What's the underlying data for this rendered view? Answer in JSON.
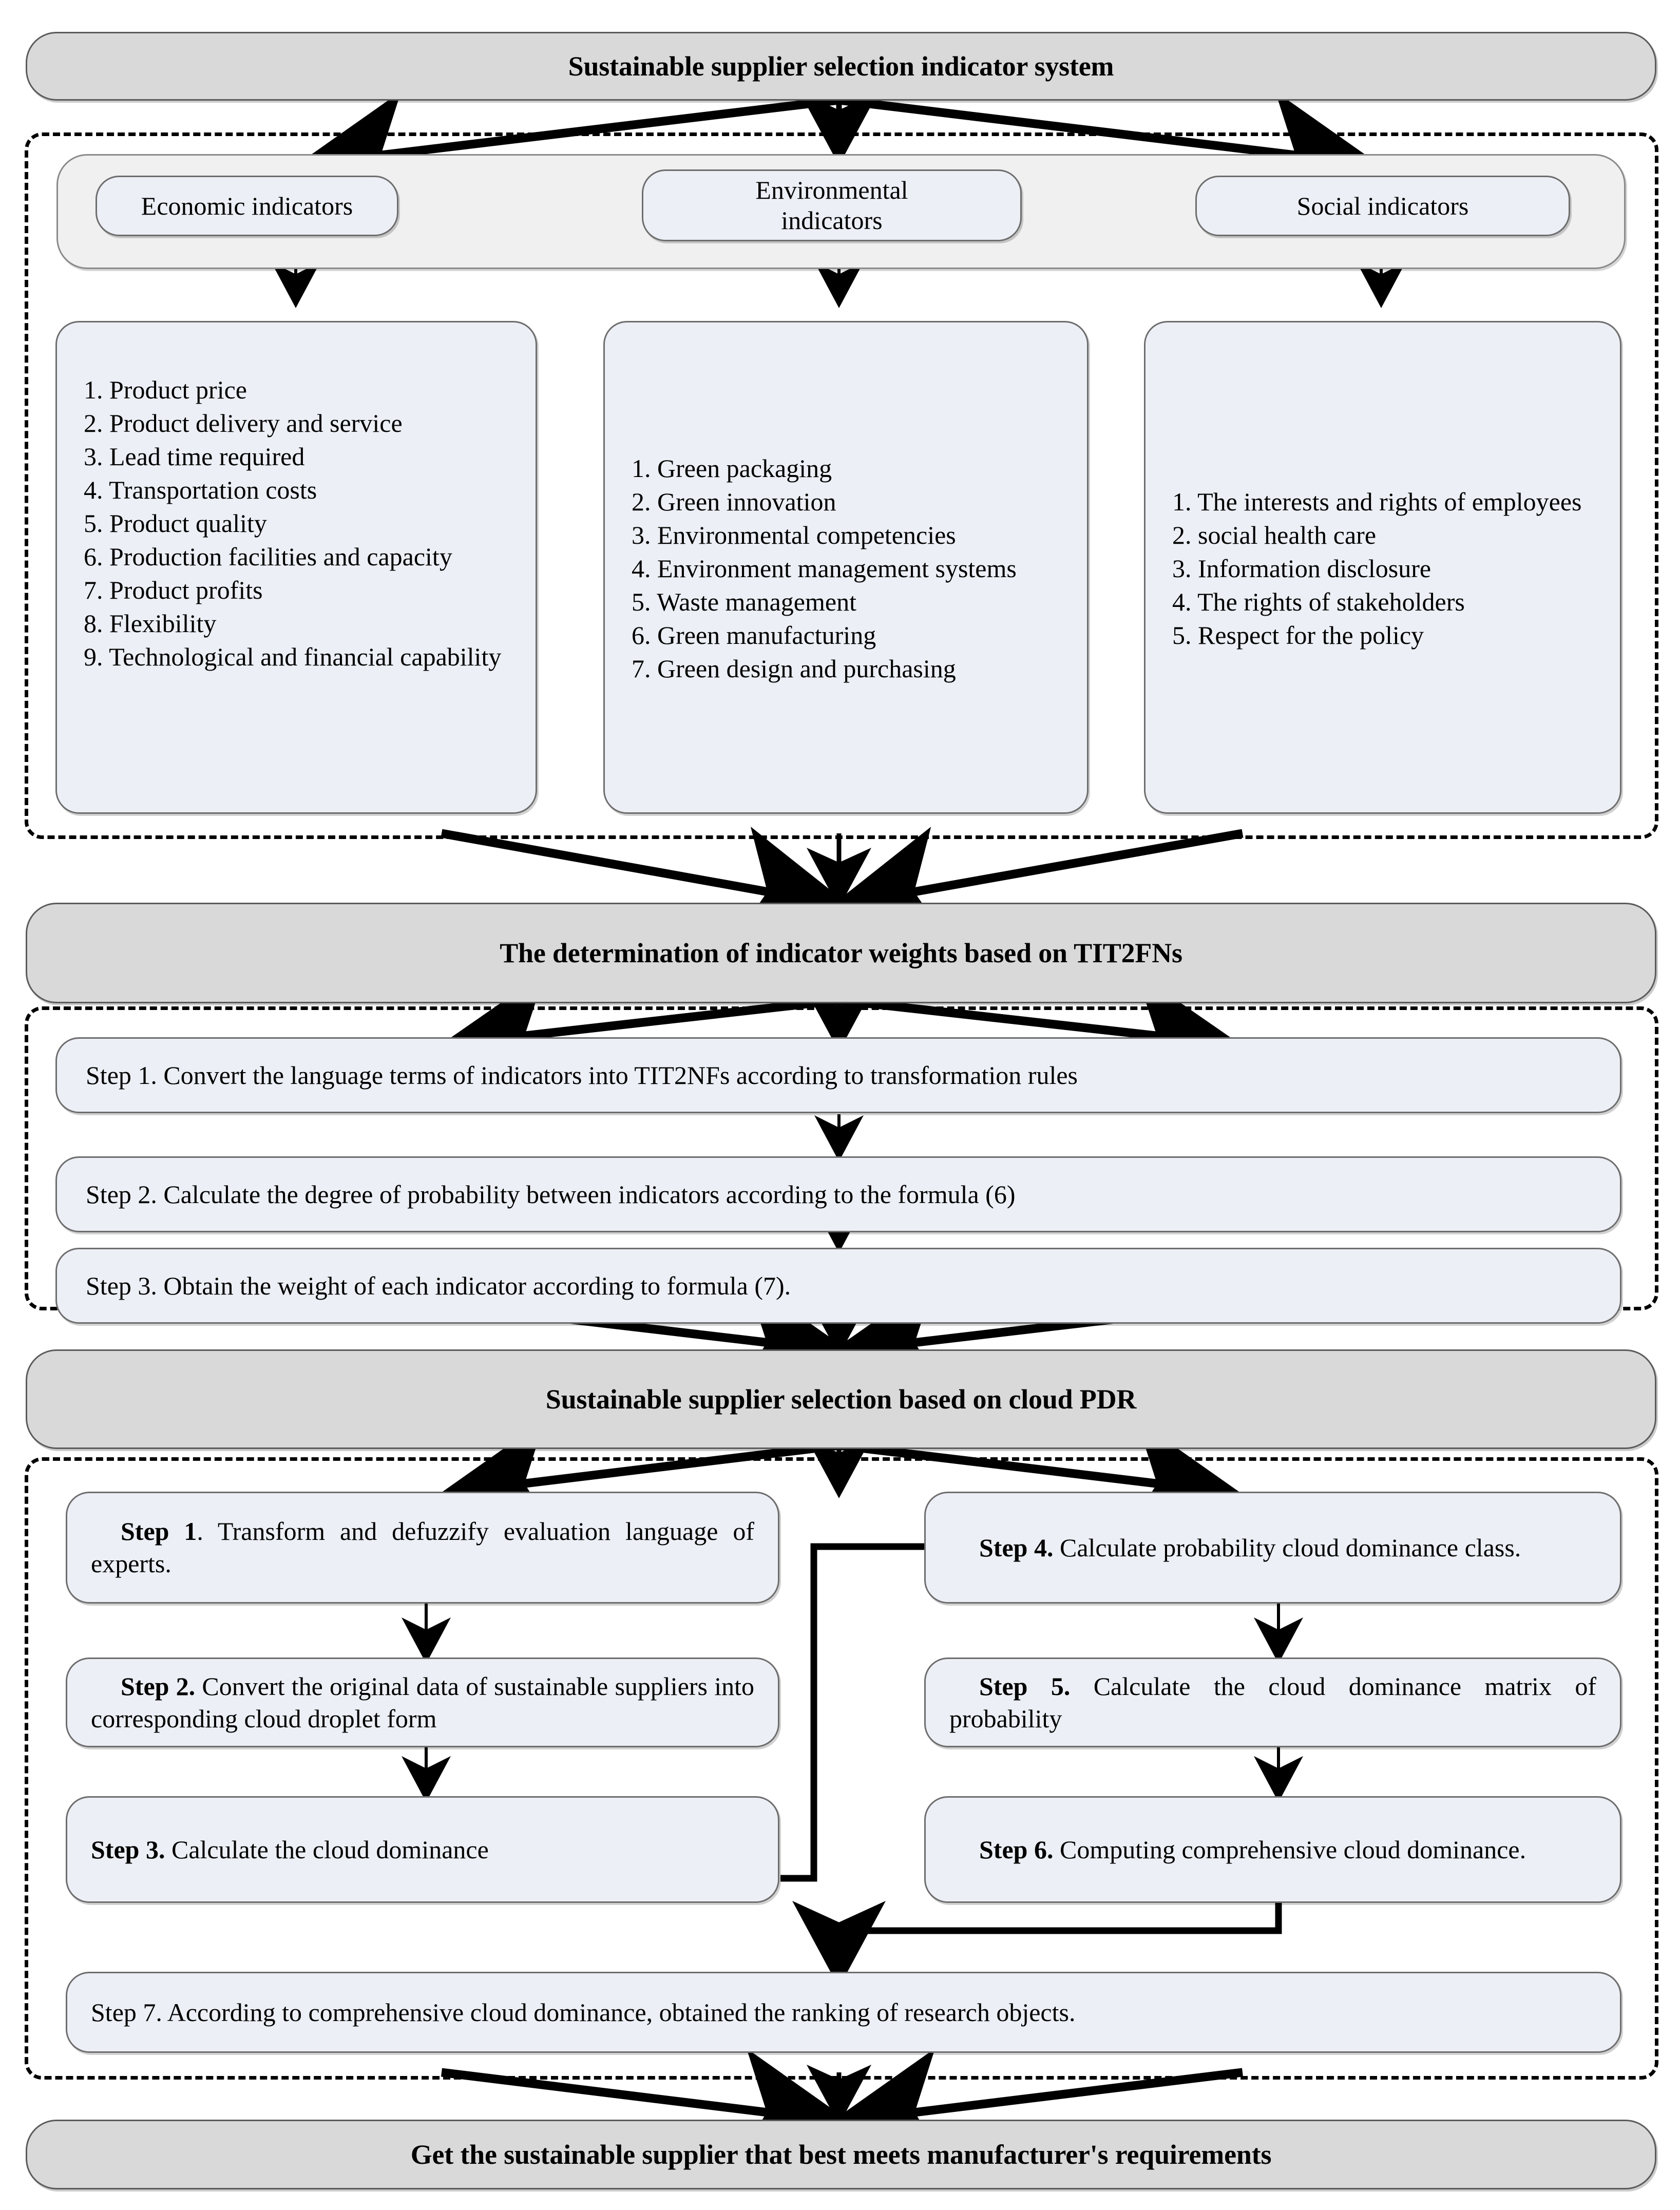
{
  "colors": {
    "header_fill": "#d9d9d9",
    "header_border": "#5b5b5b",
    "card_fill": "#eceff5",
    "card_border": "#6d6d6d",
    "panel_fill": "#f0f0f0",
    "arrow": "#000000"
  },
  "headers": {
    "top": "Sustainable supplier selection  indicator system",
    "weights": "The determination of indicator weights based on TIT2FNs",
    "selection": "Sustainable supplier selection based on cloud PDR",
    "result": "Get the sustainable supplier that best meets manufacturer's requirements"
  },
  "categories": [
    {
      "label": "Economic indicators"
    },
    {
      "label": "Environmental\nindicators"
    },
    {
      "label": "Social indicators"
    }
  ],
  "indicator_lists": {
    "economic": [
      "1. Product price",
      "2. Product delivery and service",
      "3. Lead time required",
      "4. Transportation costs",
      "5. Product quality",
      "6. Production facilities and capacity",
      "7. Product profits",
      "8. Flexibility",
      "9. Technological and financial capability"
    ],
    "environmental": [
      "1. Green packaging",
      "2. Green innovation",
      "3. Environmental competencies",
      "4. Environment management systems",
      "5. Waste management",
      "6. Green manufacturing",
      "7. Green design and purchasing"
    ],
    "social": [
      "1. The interests and rights of employees",
      "2. social  health care",
      "3. Information disclosure",
      "4. The rights of stakeholders",
      "5.  Respect for the policy"
    ]
  },
  "weight_steps": [
    "Step 1. Convert the language terms of indicators into TIT2NFs according to transformation rules",
    "Step 2. Calculate the degree of probability between indicators according to the formula (6)",
    "Step 3. Obtain the weight of each indicator according to formula (7)."
  ],
  "pdr_steps": {
    "step1": {
      "bold": "Step 1",
      "text": ". Transform and defuzzify evaluation language of experts."
    },
    "step2": {
      "bold": "Step 2.",
      "text": " Convert the original data of sustainable suppliers into corresponding cloud droplet form"
    },
    "step3": {
      "bold": "Step 3.",
      "text": " Calculate the cloud dominance"
    },
    "step4": {
      "bold": "Step    4.",
      "text": " Calculate probability cloud dominance class."
    },
    "step5": {
      "bold": "Step 5.",
      "text": " Calculate the cloud dominance matrix of probability"
    },
    "step6": {
      "bold": "Step 6.",
      "text": " Computing comprehensive cloud dominance."
    },
    "step7": {
      "bold": "",
      "text": "Step 7. According to comprehensive cloud dominance, obtained the ranking of research objects."
    }
  }
}
